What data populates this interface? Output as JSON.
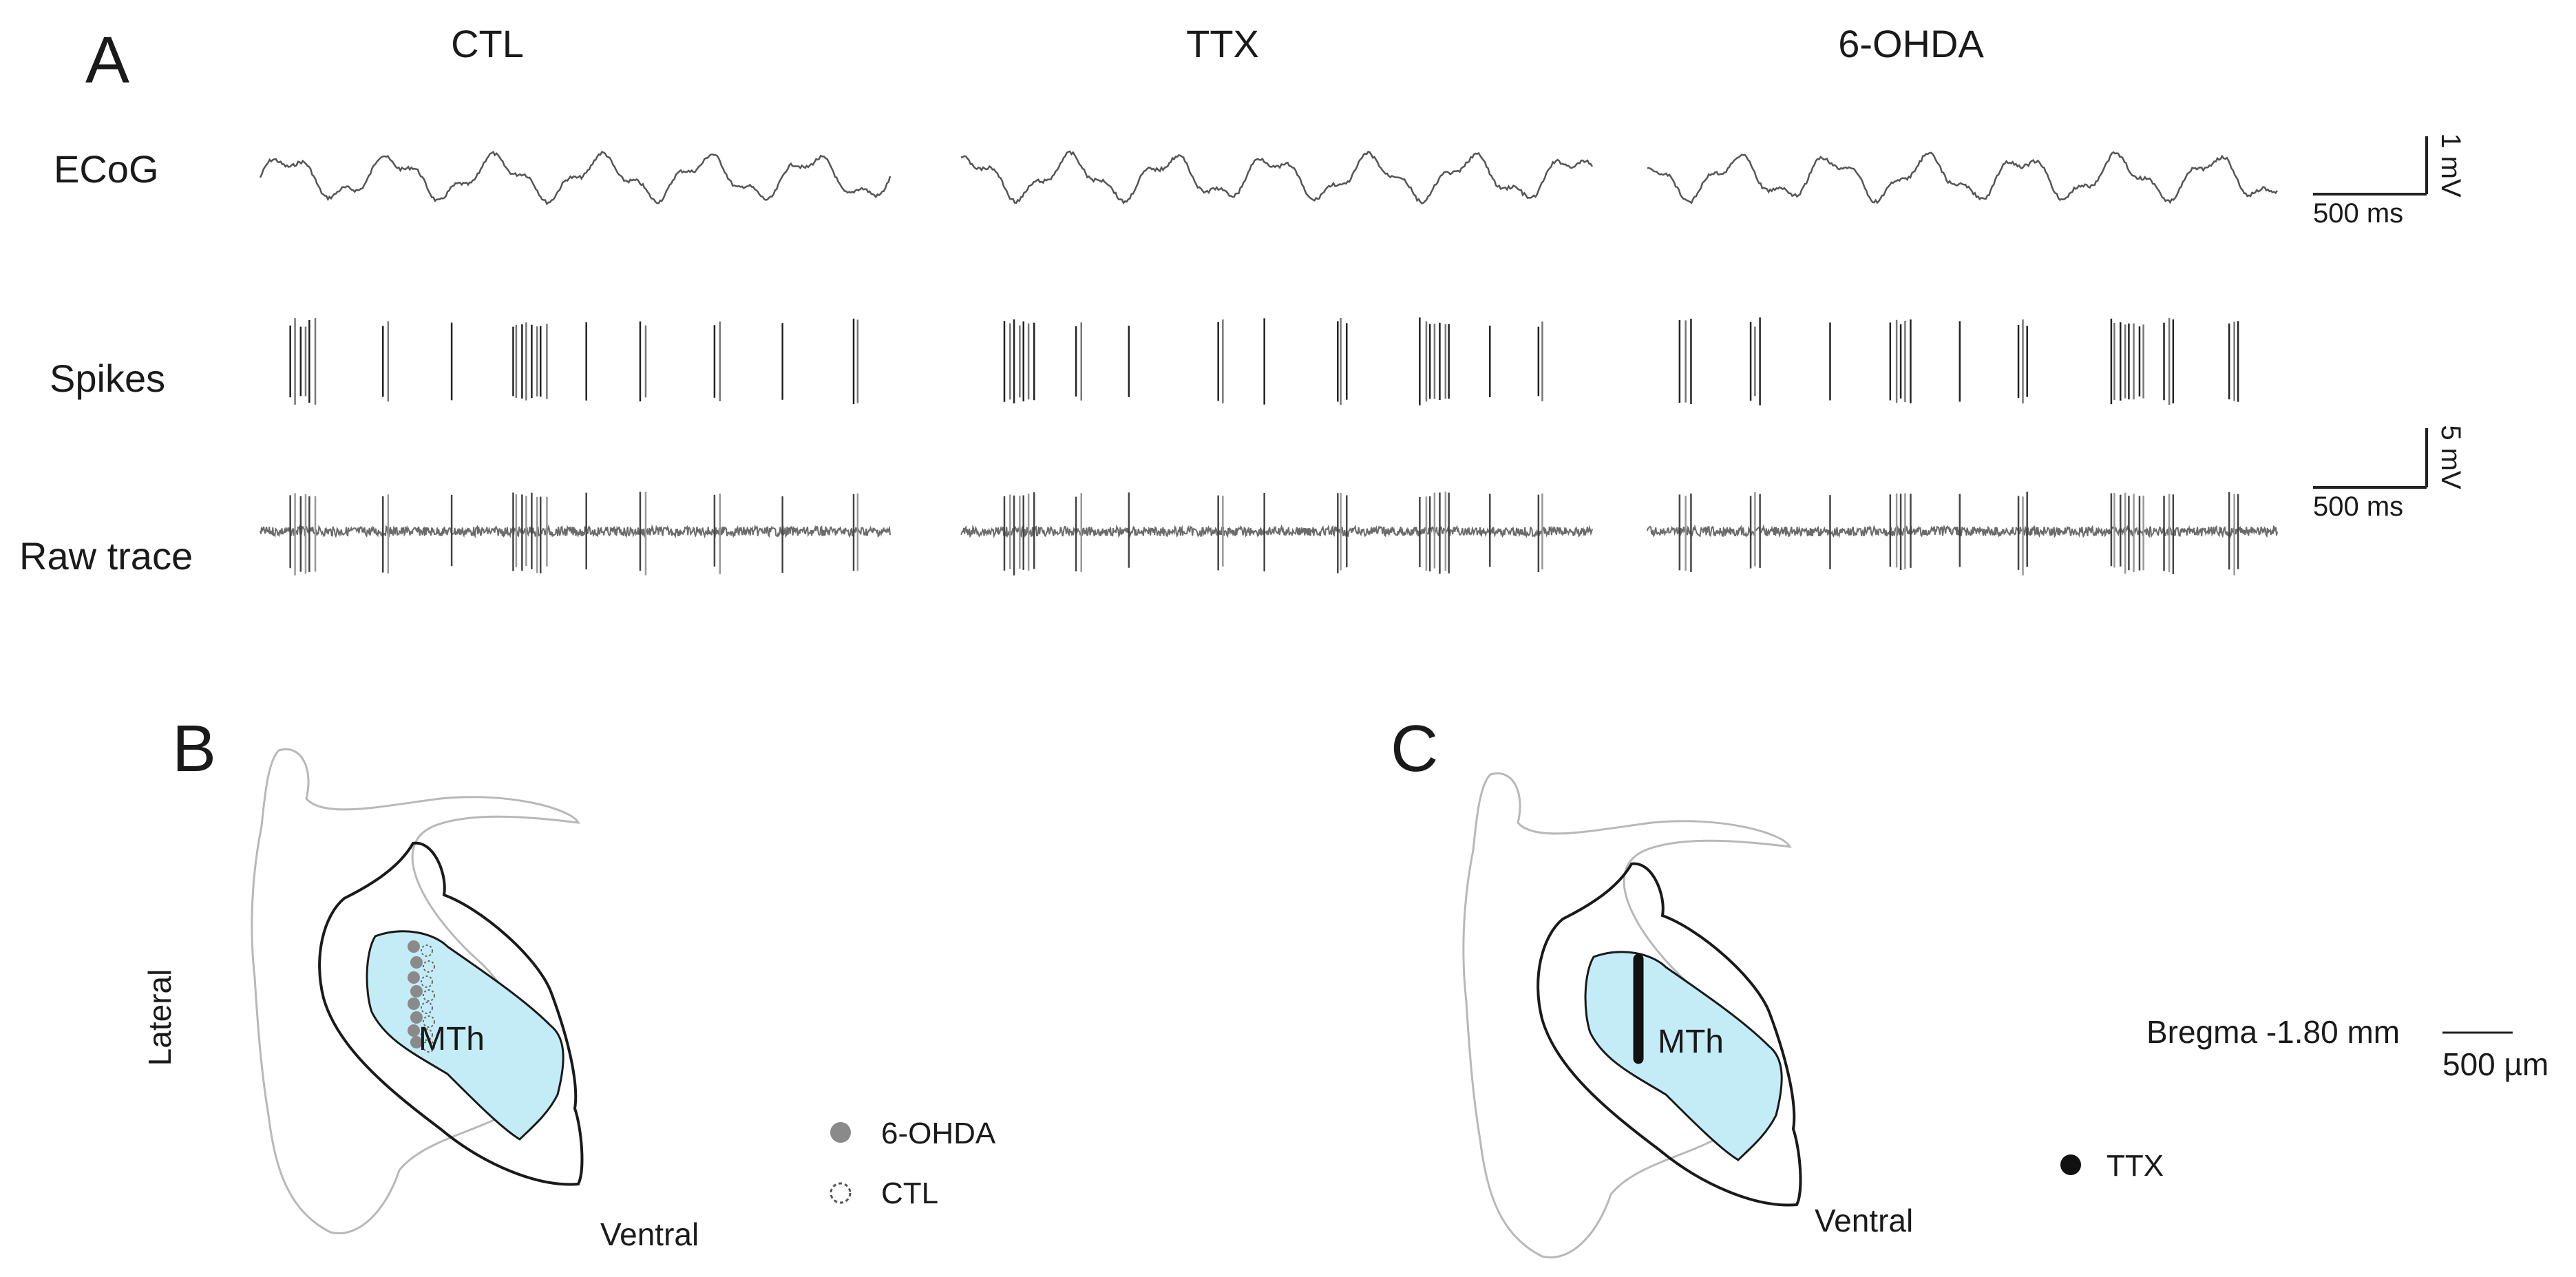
{
  "panel_a": {
    "letter": "A",
    "conditions": [
      "CTL",
      "TTX",
      "6-OHDA"
    ],
    "rows": {
      "ecog": "ECoG",
      "spikes": "Spikes",
      "raw": "Raw trace"
    },
    "ecog_scale": {
      "amplitude": "1 mV",
      "time": "500 ms"
    },
    "spike_scale": {
      "amplitude": "5 mV",
      "time": "500 ms"
    }
  },
  "panel_b": {
    "letter": "B",
    "region": "MTh",
    "axis_lateral": "Lateral",
    "axis_ventral": "Ventral",
    "legend": [
      {
        "label": "6-OHDA",
        "marker": "filled-gray"
      },
      {
        "label": "CTL",
        "marker": "open-dashed"
      }
    ]
  },
  "panel_c": {
    "letter": "C",
    "region": "MTh",
    "axis_ventral": "Ventral",
    "bregma": "Bregma -1.80 mm",
    "scale_bar": "500 µm",
    "legend": [
      {
        "label": "TTX",
        "marker": "filled-black"
      }
    ]
  },
  "colors": {
    "trace": "#555555",
    "raw_trace": "#6b6b6b",
    "region_fill": "#c4ecf7",
    "outline": "#1a1a1a",
    "outer_outline": "#b8b8b8",
    "ohda_dot": "#8a8a8a",
    "ttx_dot": "#111111"
  }
}
